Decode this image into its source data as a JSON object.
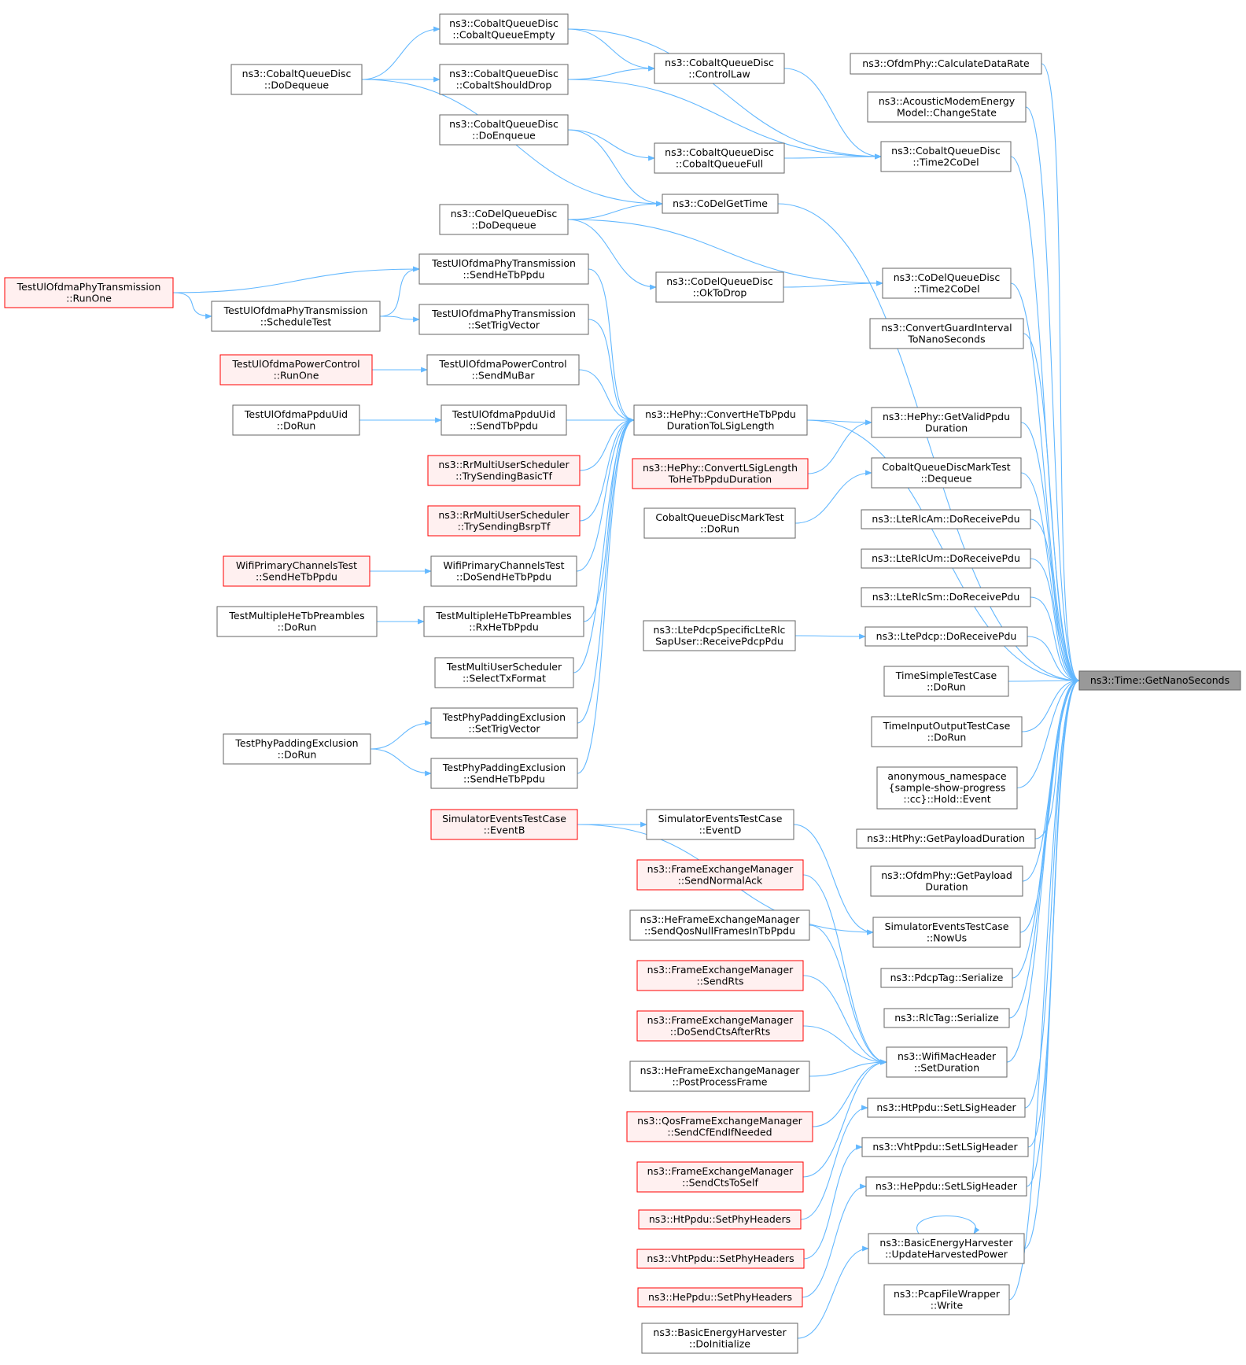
{
  "colors": {
    "edge": "#63b8ff",
    "box_border": "#666666",
    "box_fill": "#ffffff",
    "red_border": "#ff0000",
    "red_fill": "#fff0f0",
    "focus_fill": "#999999",
    "focus_border": "#666666"
  },
  "nodes": [
    {
      "id": "n_cqd_empty",
      "lines": [
        "ns3::CobaltQueueDisc",
        "::CobaltQueueEmpty"
      ],
      "style": "normal"
    },
    {
      "id": "n_cqd_dodeq",
      "lines": [
        "ns3::CobaltQueueDisc",
        "::DoDequeue"
      ],
      "style": "normal"
    },
    {
      "id": "n_cqd_should",
      "lines": [
        "ns3::CobaltQueueDisc",
        "::CobaltShouldDrop"
      ],
      "style": "normal"
    },
    {
      "id": "n_cqd_control",
      "lines": [
        "ns3::CobaltQueueDisc",
        "::ControlLaw"
      ],
      "style": "normal"
    },
    {
      "id": "n_ofdm_calc",
      "lines": [
        "ns3::OfdmPhy::CalculateDataRate"
      ],
      "style": "normal"
    },
    {
      "id": "n_acoustic",
      "lines": [
        "ns3::AcousticModemEnergy",
        "Model::ChangeState"
      ],
      "style": "normal"
    },
    {
      "id": "n_cqd_doenq",
      "lines": [
        "ns3::CobaltQueueDisc",
        "::DoEnqueue"
      ],
      "style": "normal"
    },
    {
      "id": "n_cqd_full",
      "lines": [
        "ns3::CobaltQueueDisc",
        "::CobaltQueueFull"
      ],
      "style": "normal"
    },
    {
      "id": "n_cqd_t2c",
      "lines": [
        "ns3::CobaltQueueDisc",
        "::Time2CoDel"
      ],
      "style": "normal"
    },
    {
      "id": "n_codel_gettime",
      "lines": [
        "ns3::CoDelGetTime"
      ],
      "style": "normal"
    },
    {
      "id": "n_codel_dodeq",
      "lines": [
        "ns3::CoDelQueueDisc",
        "::DoDequeue"
      ],
      "style": "normal"
    },
    {
      "id": "n_tuophy_sendhetb",
      "lines": [
        "TestUlOfdmaPhyTransmission",
        "::SendHeTbPpdu"
      ],
      "style": "normal"
    },
    {
      "id": "n_tuophy_runone",
      "lines": [
        "TestUlOfdmaPhyTransmission",
        "::RunOne"
      ],
      "style": "red"
    },
    {
      "id": "n_codel_oktodrop",
      "lines": [
        "ns3::CoDelQueueDisc",
        "::OkToDrop"
      ],
      "style": "normal"
    },
    {
      "id": "n_codel_t2c",
      "lines": [
        "ns3::CoDelQueueDisc",
        "::Time2CoDel"
      ],
      "style": "normal"
    },
    {
      "id": "n_tuophy_sched",
      "lines": [
        "TestUlOfdmaPhyTransmission",
        "::ScheduleTest"
      ],
      "style": "normal"
    },
    {
      "id": "n_tuophy_settrig",
      "lines": [
        "TestUlOfdmaPhyTransmission",
        "::SetTrigVector"
      ],
      "style": "normal"
    },
    {
      "id": "n_convguard",
      "lines": [
        "ns3::ConvertGuardInterval",
        "ToNanoSeconds"
      ],
      "style": "normal"
    },
    {
      "id": "n_tupc_runone",
      "lines": [
        "TestUlOfdmaPowerControl",
        "::RunOne"
      ],
      "style": "red"
    },
    {
      "id": "n_tupc_sendmubar",
      "lines": [
        "TestUlOfdmaPowerControl",
        "::SendMuBar"
      ],
      "style": "normal"
    },
    {
      "id": "n_tuppdu_dorun",
      "lines": [
        "TestUlOfdmaPpduUid",
        "::DoRun"
      ],
      "style": "normal"
    },
    {
      "id": "n_tuppdu_sendtb",
      "lines": [
        "TestUlOfdmaPpduUid",
        "::SendTbPpdu"
      ],
      "style": "normal"
    },
    {
      "id": "n_hephy_convert",
      "lines": [
        "ns3::HePhy::ConvertHeTbPpdu",
        "DurationToLSigLength"
      ],
      "style": "normal"
    },
    {
      "id": "n_hephy_getvalid",
      "lines": [
        "ns3::HePhy::GetValidPpdu",
        "Duration"
      ],
      "style": "normal"
    },
    {
      "id": "n_rr_basic",
      "lines": [
        "ns3::RrMultiUserScheduler",
        "::TrySendingBasicTf"
      ],
      "style": "red"
    },
    {
      "id": "n_hephy_convlsig",
      "lines": [
        "ns3::HePhy::ConvertLSigLength",
        "ToHeTbPpduDuration"
      ],
      "style": "red"
    },
    {
      "id": "n_cqdm_dequeue",
      "lines": [
        "CobaltQueueDiscMarkTest",
        "::Dequeue"
      ],
      "style": "normal"
    },
    {
      "id": "n_rr_bsrp",
      "lines": [
        "ns3::RrMultiUserScheduler",
        "::TrySendingBsrpTf"
      ],
      "style": "red"
    },
    {
      "id": "n_cqdm_dorun",
      "lines": [
        "CobaltQueueDiscMarkTest",
        "::DoRun"
      ],
      "style": "normal"
    },
    {
      "id": "n_rlcam",
      "lines": [
        "ns3::LteRlcAm::DoReceivePdu"
      ],
      "style": "normal"
    },
    {
      "id": "n_wpct_sendhetb",
      "lines": [
        "WifiPrimaryChannelsTest",
        "::SendHeTbPpdu"
      ],
      "style": "red"
    },
    {
      "id": "n_wpct_dosend",
      "lines": [
        "WifiPrimaryChannelsTest",
        "::DoSendHeTbPpdu"
      ],
      "style": "normal"
    },
    {
      "id": "n_rlcum",
      "lines": [
        "ns3::LteRlcUm::DoReceivePdu"
      ],
      "style": "normal"
    },
    {
      "id": "n_rlcsm",
      "lines": [
        "ns3::LteRlcSm::DoReceivePdu"
      ],
      "style": "normal"
    },
    {
      "id": "n_tmhp_dorun",
      "lines": [
        "TestMultipleHeTbPreambles",
        "::DoRun"
      ],
      "style": "normal"
    },
    {
      "id": "n_tmhp_rx",
      "lines": [
        "TestMultipleHeTbPreambles",
        "::RxHeTbPpdu"
      ],
      "style": "normal"
    },
    {
      "id": "n_pdcpspec",
      "lines": [
        "ns3::LtePdcpSpecificLteRlc",
        "SapUser::ReceivePdcpPdu"
      ],
      "style": "normal"
    },
    {
      "id": "n_ltepdcp_recv",
      "lines": [
        "ns3::LtePdcp::DoReceivePdu"
      ],
      "style": "normal"
    },
    {
      "id": "n_tmus_select",
      "lines": [
        "TestMultiUserScheduler",
        "::SelectTxFormat"
      ],
      "style": "normal"
    },
    {
      "id": "n_timesimple",
      "lines": [
        "TimeSimpleTestCase",
        "::DoRun"
      ],
      "style": "normal"
    },
    {
      "id": "n_focus",
      "lines": [
        "ns3::Time::GetNanoSeconds"
      ],
      "style": "focus"
    },
    {
      "id": "n_tppe_settrig",
      "lines": [
        "TestPhyPaddingExclusion",
        "::SetTrigVector"
      ],
      "style": "normal"
    },
    {
      "id": "n_timeio",
      "lines": [
        "TimeInputOutputTestCase",
        "::DoRun"
      ],
      "style": "normal"
    },
    {
      "id": "n_tppe_dorun",
      "lines": [
        "TestPhyPaddingExclusion",
        "::DoRun"
      ],
      "style": "normal"
    },
    {
      "id": "n_tppe_sendhetb",
      "lines": [
        "TestPhyPaddingExclusion",
        "::SendHeTbPpdu"
      ],
      "style": "normal"
    },
    {
      "id": "n_anon_hold",
      "lines": [
        "anonymous_namespace",
        "{sample-show-progress",
        "::cc}::Hold::Event"
      ],
      "style": "normal"
    },
    {
      "id": "n_setc_eventb",
      "lines": [
        "SimulatorEventsTestCase",
        "::EventB"
      ],
      "style": "red"
    },
    {
      "id": "n_setc_eventd",
      "lines": [
        "SimulatorEventsTestCase",
        "::EventD"
      ],
      "style": "normal"
    },
    {
      "id": "n_htphy_payload",
      "lines": [
        "ns3::HtPhy::GetPayloadDuration"
      ],
      "style": "normal"
    },
    {
      "id": "n_fem_normalack",
      "lines": [
        "ns3::FrameExchangeManager",
        "::SendNormalAck"
      ],
      "style": "red"
    },
    {
      "id": "n_ofdm_payload",
      "lines": [
        "ns3::OfdmPhy::GetPayload",
        "Duration"
      ],
      "style": "normal"
    },
    {
      "id": "n_hefem_qosnull",
      "lines": [
        "ns3::HeFrameExchangeManager",
        "::SendQosNullFramesInTbPpdu"
      ],
      "style": "normal"
    },
    {
      "id": "n_setc_nowus",
      "lines": [
        "SimulatorEventsTestCase",
        "::NowUs"
      ],
      "style": "normal"
    },
    {
      "id": "n_fem_sendrts",
      "lines": [
        "ns3::FrameExchangeManager",
        "::SendRts"
      ],
      "style": "red"
    },
    {
      "id": "n_pdcptag",
      "lines": [
        "ns3::PdcpTag::Serialize"
      ],
      "style": "normal"
    },
    {
      "id": "n_rlctag",
      "lines": [
        "ns3::RlcTag::Serialize"
      ],
      "style": "normal"
    },
    {
      "id": "n_fem_dosendcts",
      "lines": [
        "ns3::FrameExchangeManager",
        "::DoSendCtsAfterRts"
      ],
      "style": "red"
    },
    {
      "id": "n_wifimac_setdur",
      "lines": [
        "ns3::WifiMacHeader",
        "::SetDuration"
      ],
      "style": "normal"
    },
    {
      "id": "n_hefem_postproc",
      "lines": [
        "ns3::HeFrameExchangeManager",
        "::PostProcessFrame"
      ],
      "style": "normal"
    },
    {
      "id": "n_htppdu_setlsig",
      "lines": [
        "ns3::HtPpdu::SetLSigHeader"
      ],
      "style": "normal"
    },
    {
      "id": "n_qosfem_cfend",
      "lines": [
        "ns3::QosFrameExchangeManager",
        "::SendCfEndIfNeeded"
      ],
      "style": "red"
    },
    {
      "id": "n_vhtppdu_setlsig",
      "lines": [
        "ns3::VhtPpdu::SetLSigHeader"
      ],
      "style": "normal"
    },
    {
      "id": "n_fem_ctstoself",
      "lines": [
        "ns3::FrameExchangeManager",
        "::SendCtsToSelf"
      ],
      "style": "red"
    },
    {
      "id": "n_heppdu_setlsig",
      "lines": [
        "ns3::HePpdu::SetLSigHeader"
      ],
      "style": "normal"
    },
    {
      "id": "n_htppdu_setphy",
      "lines": [
        "ns3::HtPpdu::SetPhyHeaders"
      ],
      "style": "red"
    },
    {
      "id": "n_beh_update",
      "lines": [
        "ns3::BasicEnergyHarvester",
        "::UpdateHarvestedPower"
      ],
      "style": "normal"
    },
    {
      "id": "n_vhtppdu_setphy",
      "lines": [
        "ns3::VhtPpdu::SetPhyHeaders"
      ],
      "style": "red"
    },
    {
      "id": "n_heppdu_setphy",
      "lines": [
        "ns3::HePpdu::SetPhyHeaders"
      ],
      "style": "red"
    },
    {
      "id": "n_pcap_write",
      "lines": [
        "ns3::PcapFileWrapper",
        "::Write"
      ],
      "style": "normal"
    },
    {
      "id": "n_beh_doinit",
      "lines": [
        "ns3::BasicEnergyHarvester",
        "::DoInitialize"
      ],
      "style": "normal"
    }
  ],
  "edges": [
    [
      "n_cqd_dodeq",
      "n_cqd_empty"
    ],
    [
      "n_cqd_dodeq",
      "n_cqd_should"
    ],
    [
      "n_cqd_dodeq",
      "n_codel_gettime"
    ],
    [
      "n_cqd_empty",
      "n_cqd_control"
    ],
    [
      "n_cqd_should",
      "n_cqd_control"
    ],
    [
      "n_cqd_empty",
      "n_cqd_t2c"
    ],
    [
      "n_cqd_should",
      "n_cqd_t2c"
    ],
    [
      "n_cqd_control",
      "n_cqd_t2c"
    ],
    [
      "n_cqd_doenq",
      "n_cqd_full"
    ],
    [
      "n_cqd_doenq",
      "n_codel_gettime"
    ],
    [
      "n_cqd_full",
      "n_cqd_t2c"
    ],
    [
      "n_codel_dodeq",
      "n_codel_gettime"
    ],
    [
      "n_codel_dodeq",
      "n_codel_oktodrop"
    ],
    [
      "n_codel_dodeq",
      "n_codel_t2c"
    ],
    [
      "n_codel_oktodrop",
      "n_codel_t2c"
    ],
    [
      "n_tuophy_runone",
      "n_tuophy_sendhetb"
    ],
    [
      "n_tuophy_runone",
      "n_tuophy_sched"
    ],
    [
      "n_tuophy_sched",
      "n_tuophy_sendhetb"
    ],
    [
      "n_tuophy_sched",
      "n_tuophy_settrig"
    ],
    [
      "n_tupc_runone",
      "n_tupc_sendmubar"
    ],
    [
      "n_tuppdu_dorun",
      "n_tuppdu_sendtb"
    ],
    [
      "n_tuophy_sendhetb",
      "n_hephy_convert"
    ],
    [
      "n_tuophy_settrig",
      "n_hephy_convert"
    ],
    [
      "n_tupc_sendmubar",
      "n_hephy_convert"
    ],
    [
      "n_tuppdu_sendtb",
      "n_hephy_convert"
    ],
    [
      "n_rr_basic",
      "n_hephy_convert"
    ],
    [
      "n_rr_bsrp",
      "n_hephy_convert"
    ],
    [
      "n_wpct_dosend",
      "n_hephy_convert"
    ],
    [
      "n_tmhp_rx",
      "n_hephy_convert"
    ],
    [
      "n_tmus_select",
      "n_hephy_convert"
    ],
    [
      "n_tppe_settrig",
      "n_hephy_convert"
    ],
    [
      "n_tppe_sendhetb",
      "n_hephy_convert"
    ],
    [
      "n_hephy_convert",
      "n_hephy_getvalid"
    ],
    [
      "n_hephy_convlsig",
      "n_hephy_getvalid"
    ],
    [
      "n_wpct_sendhetb",
      "n_wpct_dosend"
    ],
    [
      "n_tmhp_dorun",
      "n_tmhp_rx"
    ],
    [
      "n_tppe_dorun",
      "n_tppe_settrig"
    ],
    [
      "n_tppe_dorun",
      "n_tppe_sendhetb"
    ],
    [
      "n_cqdm_dorun",
      "n_cqdm_dequeue"
    ],
    [
      "n_pdcpspec",
      "n_ltepdcp_recv"
    ],
    [
      "n_setc_eventb",
      "n_setc_eventd"
    ],
    [
      "n_setc_eventb",
      "n_setc_nowus"
    ],
    [
      "n_setc_eventd",
      "n_setc_nowus"
    ],
    [
      "n_fem_normalack",
      "n_wifimac_setdur"
    ],
    [
      "n_hefem_qosnull",
      "n_wifimac_setdur"
    ],
    [
      "n_fem_sendrts",
      "n_wifimac_setdur"
    ],
    [
      "n_fem_dosendcts",
      "n_wifimac_setdur"
    ],
    [
      "n_hefem_postproc",
      "n_wifimac_setdur"
    ],
    [
      "n_qosfem_cfend",
      "n_wifimac_setdur"
    ],
    [
      "n_fem_ctstoself",
      "n_wifimac_setdur"
    ],
    [
      "n_htppdu_setphy",
      "n_htppdu_setlsig"
    ],
    [
      "n_vhtppdu_setphy",
      "n_vhtppdu_setlsig"
    ],
    [
      "n_heppdu_setphy",
      "n_heppdu_setlsig"
    ],
    [
      "n_beh_doinit",
      "n_beh_update"
    ],
    [
      "n_beh_update",
      "n_beh_update"
    ],
    [
      "n_ofdm_calc",
      "n_focus"
    ],
    [
      "n_acoustic",
      "n_focus"
    ],
    [
      "n_cqd_t2c",
      "n_focus"
    ],
    [
      "n_codel_gettime",
      "n_focus"
    ],
    [
      "n_codel_t2c",
      "n_focus"
    ],
    [
      "n_convguard",
      "n_focus"
    ],
    [
      "n_hephy_convert",
      "n_focus"
    ],
    [
      "n_hephy_getvalid",
      "n_focus"
    ],
    [
      "n_cqdm_dequeue",
      "n_focus"
    ],
    [
      "n_rlcam",
      "n_focus"
    ],
    [
      "n_rlcum",
      "n_focus"
    ],
    [
      "n_rlcsm",
      "n_focus"
    ],
    [
      "n_ltepdcp_recv",
      "n_focus"
    ],
    [
      "n_timesimple",
      "n_focus"
    ],
    [
      "n_timeio",
      "n_focus"
    ],
    [
      "n_anon_hold",
      "n_focus"
    ],
    [
      "n_htphy_payload",
      "n_focus"
    ],
    [
      "n_ofdm_payload",
      "n_focus"
    ],
    [
      "n_setc_nowus",
      "n_focus"
    ],
    [
      "n_pdcptag",
      "n_focus"
    ],
    [
      "n_rlctag",
      "n_focus"
    ],
    [
      "n_wifimac_setdur",
      "n_focus"
    ],
    [
      "n_htppdu_setlsig",
      "n_focus"
    ],
    [
      "n_vhtppdu_setlsig",
      "n_focus"
    ],
    [
      "n_heppdu_setlsig",
      "n_focus"
    ],
    [
      "n_beh_update",
      "n_focus"
    ],
    [
      "n_pcap_write",
      "n_focus"
    ]
  ]
}
